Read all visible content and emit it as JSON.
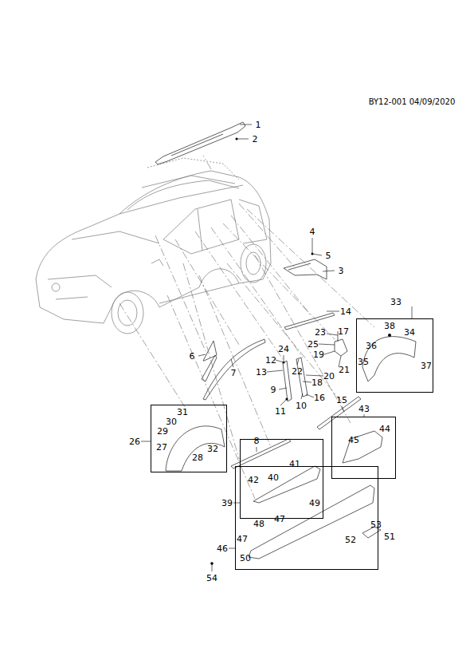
{
  "diagram": {
    "nodes": [
      {
        "text": [
          "33",
          "38",
          "34",
          "36",
          "35",
          "37"
        ]
      },
      {
        "text": [
          "43",
          "44",
          "45"
        ]
      },
      {
        "text": [
          "26",
          "31",
          "30",
          "29",
          "27",
          "28",
          "32"
        ]
      },
      {
        "text": [
          "39",
          "41",
          "40",
          "42"
        ]
      },
      {
        "text": [
          "46",
          "49",
          "48",
          "47",
          "47",
          "53",
          "51",
          "52",
          "50"
        ]
      }
    ],
    "labels": [
      "BY12-001 04/09/2020",
      "1",
      "2",
      "4",
      "5",
      "3",
      "14",
      "23",
      "17",
      "25",
      "19",
      "24",
      "12",
      "22",
      "21",
      "13",
      "20",
      "18",
      "6",
      "7",
      "9",
      "16",
      "11",
      "10",
      "15",
      "8",
      "54"
    ]
  }
}
